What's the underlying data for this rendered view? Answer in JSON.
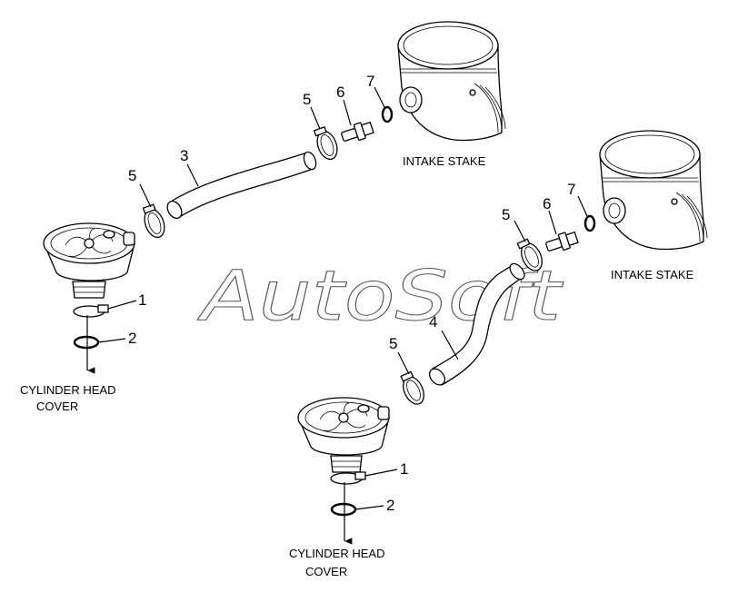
{
  "watermark": "AutoSoft",
  "assembly_a": {
    "callouts": {
      "c1": "1",
      "c2": "2",
      "c3": "3",
      "c5a": "5",
      "c5b": "5",
      "c6": "6",
      "c7": "7"
    },
    "labels": {
      "intake": "INTAKE STAKE",
      "cyl_line1": "CYLINDER HEAD",
      "cyl_line2": "COVER"
    }
  },
  "assembly_b": {
    "callouts": {
      "c1": "1",
      "c2": "2",
      "c4": "4",
      "c5a": "5",
      "c5b": "5",
      "c6": "6",
      "c7": "7"
    },
    "labels": {
      "intake": "INTAKE STAKE",
      "cyl_line1": "CYLINDER HEAD",
      "cyl_line2": "COVER"
    }
  },
  "icons": {
    "arrow": "arrow-down-icon"
  }
}
